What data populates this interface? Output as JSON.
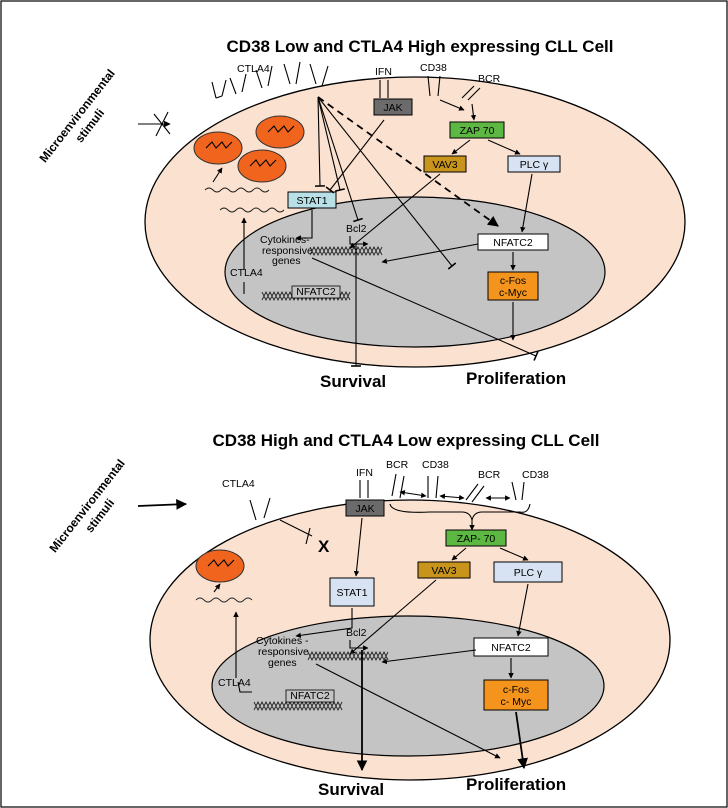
{
  "colors": {
    "cell": "#fbe1cf",
    "nucleus": "#c4c4c4",
    "jak": "#6b6b6b",
    "zap70": "#5cb842",
    "vav3": "#c8941c",
    "plcg": "#d7e3f3",
    "stat1": "#b8e0e6",
    "cfos": "#f5941d",
    "vesicle": "#f0641e"
  },
  "panel_top": {
    "title": "CD38 Low and CTLA4 High expressing CLL Cell",
    "microenv": [
      "Microenvironmental",
      "stimuli"
    ],
    "labels": {
      "ctla4": "CTLA4",
      "ifn": "IFN",
      "cd38": "CD38",
      "bcr": "BCR",
      "jak": "JAK",
      "zap70": "ZAP 70",
      "vav3": "VAV3",
      "plcg": "PLC γ",
      "stat1": "STAT1",
      "bcl2": "Bcl2",
      "cyto1": "Cytokines-",
      "cyto2": "responsive",
      "cyto3": "genes",
      "nfatc2": "NFATC2",
      "cfos": "c-Fos",
      "cmyc": "c-Myc",
      "ctla4_gene": "CTLA4",
      "nfatc2_gene": "NFATC2",
      "survival": "Survival",
      "proliferation": "Proliferation"
    }
  },
  "panel_bottom": {
    "title": "CD38 High and CTLA4 Low expressing CLL Cell",
    "microenv": [
      "Microenvironmental",
      "stimuli"
    ],
    "labels": {
      "ctla4": "CTLA4",
      "ifn": "IFN",
      "bcr1": "BCR",
      "cd38_1": "CD38",
      "bcr2": "BCR",
      "cd38_2": "CD38",
      "x": "X",
      "jak": "JAK",
      "zap70": "ZAP- 70",
      "vav3": "VAV3",
      "plcg": "PLC γ",
      "stat1": "STAT1",
      "bcl2": "Bcl2",
      "cyto1": "Cytokines -",
      "cyto2": "responsive",
      "cyto3": "genes",
      "nfatc2": "NFATC2",
      "cfos": "c-Fos",
      "cmyc": "c- Myc",
      "ctla4_gene": "CTLA4",
      "nfatc2_gene": "NFATC2",
      "survival": "Survival",
      "proliferation": "Proliferation"
    }
  }
}
